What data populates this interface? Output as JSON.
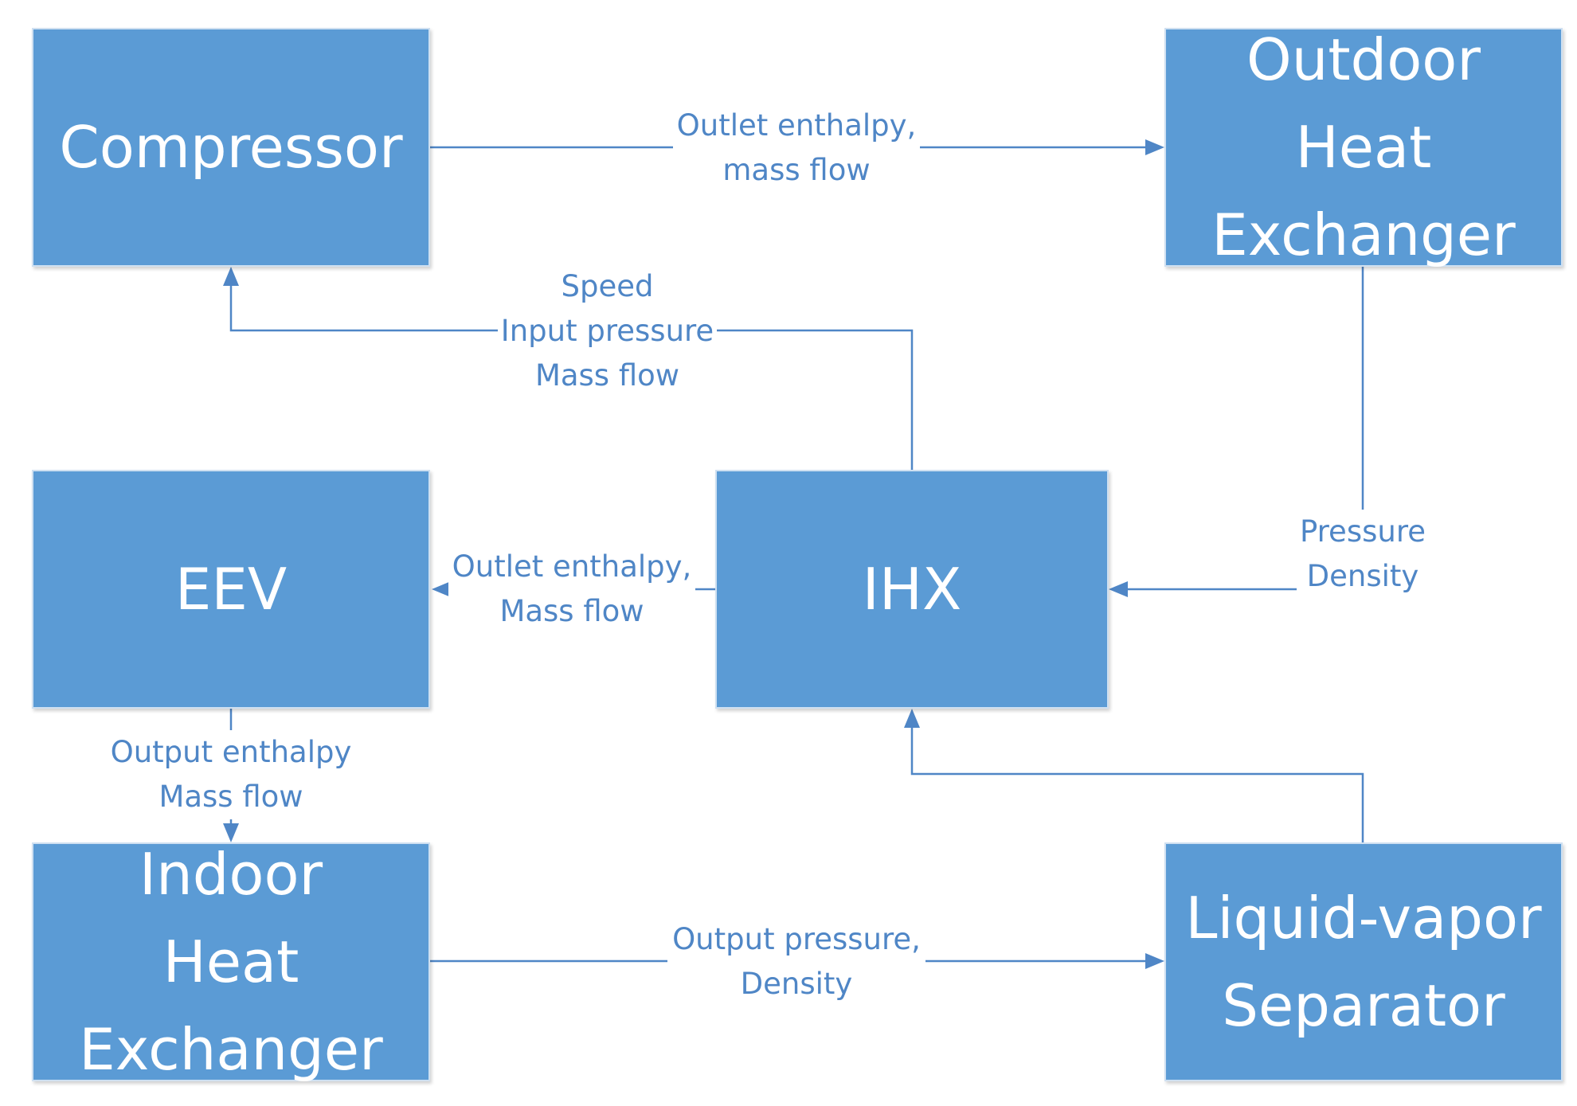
{
  "blocks": {
    "compressor": {
      "lines": [
        "Compressor"
      ]
    },
    "outdoor_hx": {
      "lines": [
        "Outdoor",
        "Heat",
        "Exchanger"
      ]
    },
    "eev": {
      "lines": [
        "EEV"
      ]
    },
    "ihx": {
      "lines": [
        "IHX"
      ]
    },
    "indoor_hx": {
      "lines": [
        "Indoor",
        "Heat",
        "Exchanger"
      ]
    },
    "separator": {
      "lines": [
        "Liquid-vapor",
        "Separator"
      ]
    }
  },
  "edges": {
    "compressor_to_outdoor": {
      "lines": [
        "Outlet enthalpy,",
        "mass flow"
      ]
    },
    "ihx_to_compressor": {
      "lines": [
        "Speed",
        "Input pressure",
        "Mass flow"
      ]
    },
    "outdoor_to_ihx": {
      "lines": [
        "Pressure",
        "Density"
      ]
    },
    "ihx_to_eev": {
      "lines": [
        "Outlet enthalpy,",
        "Mass flow"
      ]
    },
    "eev_to_indoor": {
      "lines": [
        "Output enthalpy",
        "Mass flow"
      ]
    },
    "indoor_to_separator": {
      "lines": [
        "Output pressure,",
        "Density"
      ]
    }
  },
  "colors": {
    "block_fill": "#5b9bd5",
    "block_text": "#ffffff",
    "connector": "#4f86c6"
  }
}
